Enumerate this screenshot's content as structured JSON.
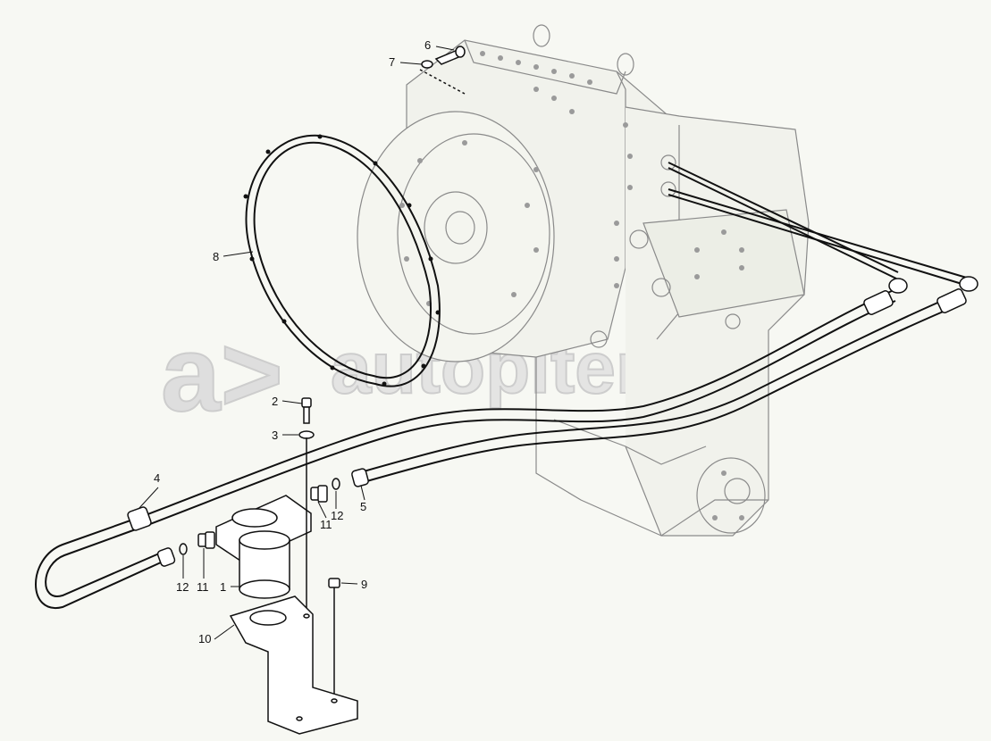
{
  "watermark": {
    "symbol": "a>",
    "text": "autopiter.ru",
    "color": "#d8d8d8"
  },
  "colors": {
    "background": "#f7f8f3",
    "line": "#111111",
    "gearbox_line": "#777777"
  },
  "callouts": {
    "c1": "1",
    "c2": "2",
    "c3": "3",
    "c4": "4",
    "c5": "5",
    "c6": "6",
    "c7": "7",
    "c8": "8",
    "c9": "9",
    "c10": "10",
    "c11a": "11",
    "c12a": "12",
    "c11b": "11",
    "c12b": "12"
  }
}
